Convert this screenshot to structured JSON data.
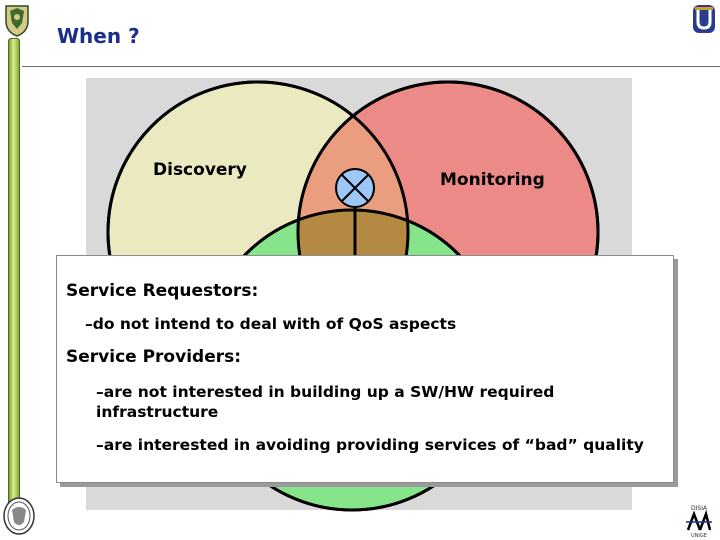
{
  "slide": {
    "title": "When ?"
  },
  "diagram": {
    "circles": [
      {
        "label": "Discovery",
        "color": "#ebe9c0"
      },
      {
        "label": "Monitoring",
        "color": "#ec8a88"
      },
      {
        "label": "",
        "color": "#86e48a"
      }
    ],
    "overlap_color": "#eb9d80",
    "triple_overlap_color": "#b48a42",
    "marker_color": "#9cc8f7"
  },
  "textbox": {
    "requestors_heading": "Service Requestors:",
    "requestors_item": "–do not intend to deal with of QoS aspects",
    "providers_heading": "Service Providers:",
    "providers_item1_line1": "–are not interested in building up a SW/HW required",
    "providers_item1_line2": "infrastructure",
    "providers_item2": "–are interested in avoiding providing services of “bad” quality"
  },
  "icons": [
    "university-crest-icon",
    "university-logo-icon",
    "lab-logo-icon",
    "university-seal-icon",
    "x-marker-icon",
    "arrow-down-icon"
  ]
}
